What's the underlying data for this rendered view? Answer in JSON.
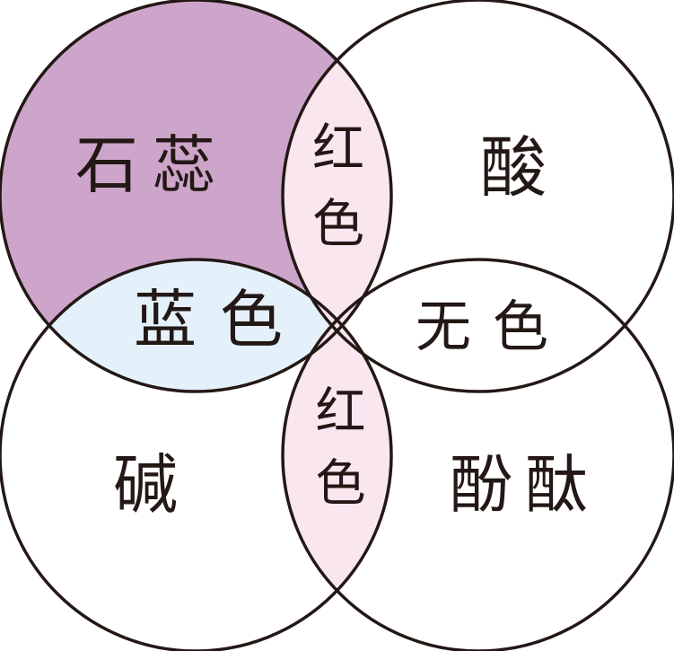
{
  "diagram": {
    "description": "Venn diagram of acid-base indicator colors",
    "colors": {
      "background": "#ffffff",
      "litmus_fill": "#CDA5CB",
      "red_lens_fill": "#F9E6EF",
      "blue_lens_fill": "#E4F1FA",
      "colorless_lens_fill": "#ffffff",
      "outline": "#231815",
      "text": "#231815"
    },
    "labels": {
      "litmus": "石蕊",
      "acid": "酸",
      "base": "碱",
      "phenolphthalein": "酚酞",
      "red_top": "红色",
      "red_bottom": "红色",
      "blue": "蓝色",
      "colorless": "无色"
    },
    "circles": [
      {
        "id": "litmus",
        "label": "石蕊",
        "position": "top-left",
        "fill": "#CDA5CB"
      },
      {
        "id": "acid",
        "label": "酸",
        "position": "top-right",
        "fill": "#ffffff"
      },
      {
        "id": "base",
        "label": "碱",
        "position": "bottom-left",
        "fill": "#ffffff"
      },
      {
        "id": "phenolphthalein",
        "label": "酚酞",
        "position": "bottom-right",
        "fill": "#ffffff"
      }
    ],
    "overlaps": [
      {
        "between": [
          "石蕊",
          "酸"
        ],
        "label": "红色",
        "fill": "#F9E6EF"
      },
      {
        "between": [
          "石蕊",
          "碱"
        ],
        "label": "蓝色",
        "fill": "#E4F1FA"
      },
      {
        "between": [
          "酸",
          "酚酞"
        ],
        "label": "无色",
        "fill": "#ffffff"
      },
      {
        "between": [
          "碱",
          "酚酞"
        ],
        "label": "红色",
        "fill": "#F9E6EF"
      }
    ]
  }
}
